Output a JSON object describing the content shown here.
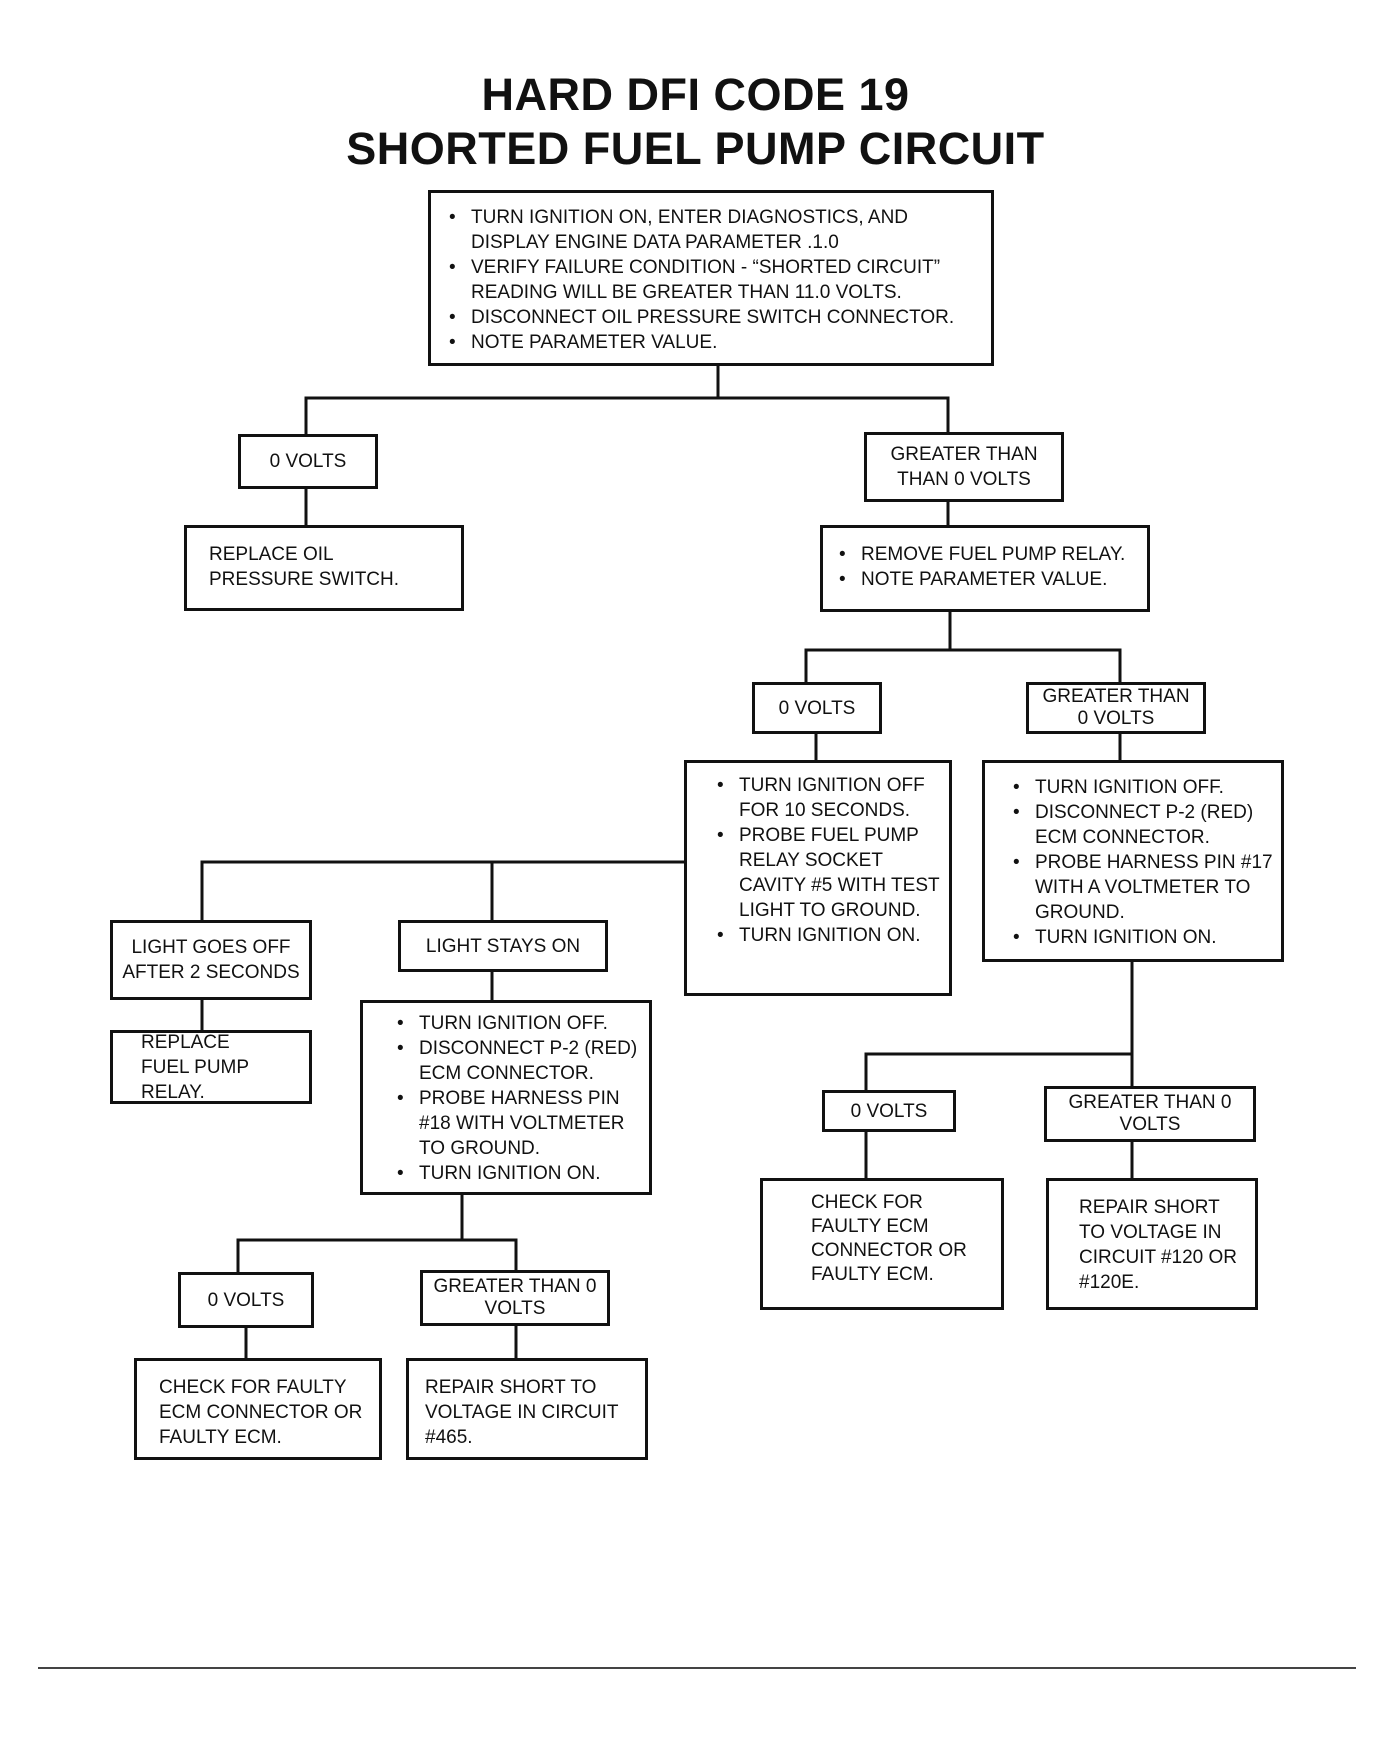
{
  "title": {
    "line1": "HARD DFI CODE 19",
    "line2": "SHORTED FUEL PUMP CIRCUIT"
  },
  "nodes": {
    "start": [
      "TURN IGNITION ON, ENTER DIAGNOSTICS, AND DISPLAY ENGINE DATA PARAMETER .1.0",
      "VERIFY FAILURE CONDITION - “SHORTED CIRCUIT” READING WILL BE GREATER THAN 11.0 VOLTS.",
      "DISCONNECT OIL PRESSURE SWITCH CONNECTOR.",
      "NOTE PARAMETER VALUE."
    ],
    "a_zero": "0 VOLTS",
    "a_greater": "GREATER THAN THAN 0 VOLTS",
    "replace_switch": "REPLACE OIL PRESSURE SWITCH.",
    "remove_relay": [
      "REMOVE FUEL PUMP RELAY.",
      "NOTE PARAMETER VALUE."
    ],
    "b_zero": "0 VOLTS",
    "b_greater": "GREATER THAN 0 VOLTS",
    "probe_socket": [
      "TURN IGNITION OFF FOR 10 SECONDS.",
      "PROBE FUEL PUMP RELAY SOCKET CAVITY #5 WITH TEST LIGHT TO GROUND.",
      "TURN IGNITION ON."
    ],
    "probe_pin17": [
      "TURN IGNITION OFF.",
      "DISCONNECT P-2 (RED) ECM CONNECTOR.",
      "PROBE HARNESS PIN #17 WITH A VOLTMETER TO GROUND.",
      "TURN IGNITION ON."
    ],
    "light_off": "LIGHT GOES OFF AFTER 2 SECONDS",
    "light_on": "LIGHT STAYS ON",
    "replace_relay": "REPLACE FUEL PUMP RELAY.",
    "probe_pin18": [
      "TURN IGNITION OFF.",
      "DISCONNECT P-2 (RED) ECM CONNECTOR.",
      "PROBE HARNESS PIN #18 WITH VOLTMETER TO GROUND.",
      "TURN IGNITION ON."
    ],
    "c_zero": "0 VOLTS",
    "c_greater": "GREATER THAN 0 VOLTS",
    "check_ecm_c": "CHECK FOR FAULTY ECM CONNECTOR OR FAULTY ECM.",
    "repair_465": "REPAIR SHORT TO VOLTAGE IN CIRCUIT #465.",
    "d_zero": "0 VOLTS",
    "d_greater": "GREATER THAN 0 VOLTS",
    "check_ecm_d": "CHECK FOR FAULTY ECM CONNECTOR OR FAULTY ECM.",
    "repair_120": "REPAIR SHORT TO VOLTAGE IN CIRCUIT #120 OR #120E."
  }
}
